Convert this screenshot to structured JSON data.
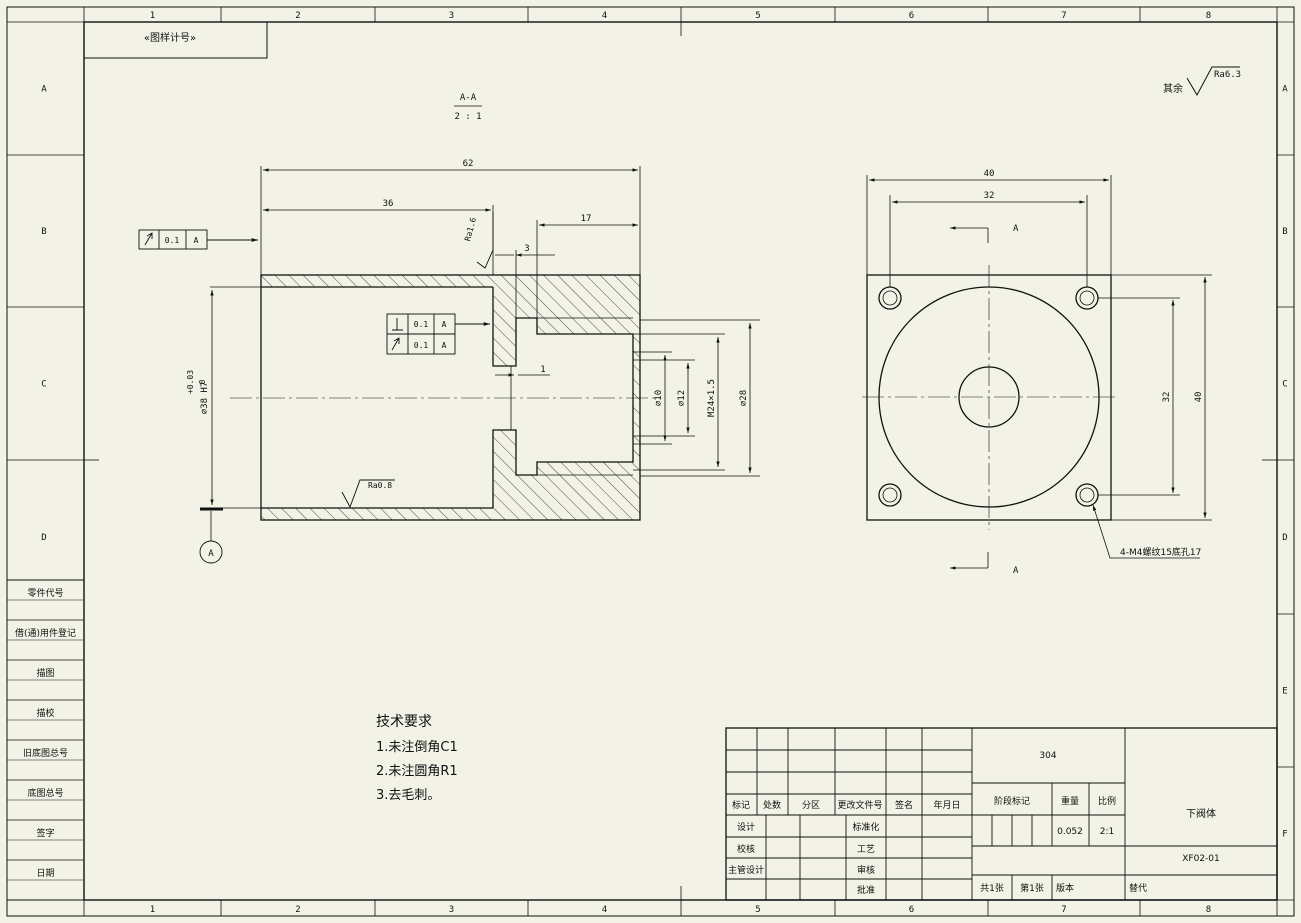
{
  "grid": {
    "columns": [
      "1",
      "2",
      "3",
      "4",
      "5",
      "6",
      "7",
      "8"
    ],
    "rows": [
      "A",
      "B",
      "C",
      "D",
      "E",
      "F"
    ]
  },
  "top_left_tag": "«图样计号»",
  "surface_note": "其余",
  "surface_note_ra": "Ra6.3",
  "section_view": {
    "label": "A-A",
    "scale": "2 : 1"
  },
  "dims": {
    "total_length": "62",
    "left_length": "36",
    "right_length": "17",
    "step": "3",
    "small_gap": "1",
    "bore_dia": "∅38 H7",
    "bore_tol_upper": "+0.03",
    "bore_tol_lower": "0",
    "d10": "∅10",
    "d12": "∅12",
    "thread": "M24×1.5",
    "d28": "∅28",
    "ra_top": "Ra1.6",
    "ra_bottom": "Ra0.8",
    "datum": "A",
    "tol_value": "0.1",
    "end_width": "40",
    "hole_spacing": "32",
    "hole_spacing_v": "32",
    "end_height": "40",
    "section_mark": "A",
    "hole_callout": "4-M4螺纹15底孔17"
  },
  "tech_req": {
    "title": "技术要求",
    "items": [
      "1.未注倒角C1",
      "2.未注圆角R1",
      "3.去毛刺。"
    ]
  },
  "side_table": [
    "零件代号",
    "借(通)用件登记",
    "描图",
    "描校",
    "旧底图总号",
    "底图总号",
    "签字",
    "日期"
  ],
  "title_block": {
    "material": "304",
    "headers": [
      "标记",
      "处数",
      "分区",
      "更改文件号",
      "签名",
      "年月日"
    ],
    "roles": [
      "设计",
      "校核",
      "主管设计"
    ],
    "roles2": [
      "标准化",
      "工艺",
      "审核",
      "批准"
    ],
    "stage_label": "阶段标记",
    "weight_label": "重量",
    "scale_label": "比例",
    "weight": "0.052",
    "scale": "2:1",
    "part_name": "下阀体",
    "drawing_no": "XF02-01",
    "sheets": "共1张",
    "sheet_no": "第1张",
    "version": "版本",
    "replaces": "替代"
  }
}
